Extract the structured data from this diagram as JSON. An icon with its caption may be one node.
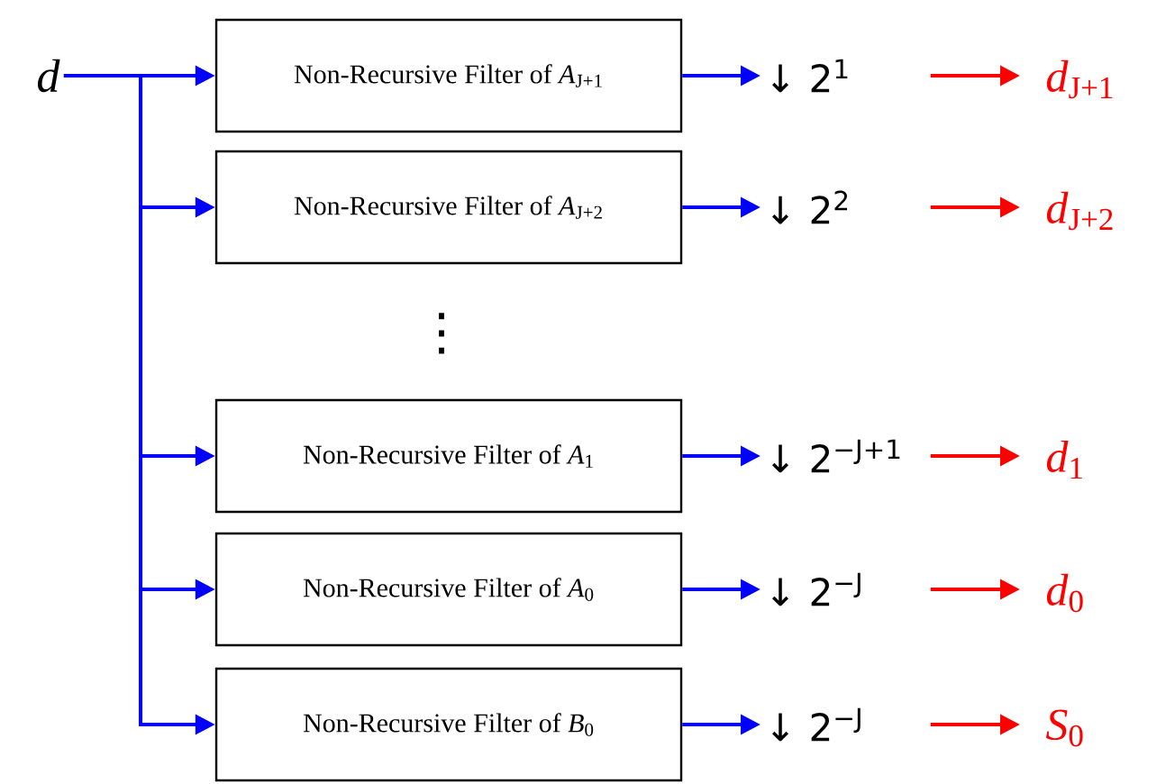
{
  "diagram": {
    "nodes": [
      {
        "text": [
          "*d*"
        ]
      },
      {
        "text": [
          "Non-Recursive Filter of *A*$_{J+1}$"
        ]
      },
      {
        "text": [
          "Non-Recursive Filter of *A*$_{J+2}$"
        ]
      },
      {
        "text": [
          "Non-Recursive Filter of *A*$_{1}$"
        ]
      },
      {
        "text": [
          "Non-Recursive Filter of *A*$_{0}$"
        ]
      },
      {
        "text": [
          "Non-Recursive Filter of *B*$_{0}$"
        ]
      },
      {
        "text": [
          "↓ 2$^{1}$"
        ]
      },
      {
        "text": [
          "↓ 2$^{2}$"
        ]
      },
      {
        "text": [
          "↓ 2$^{−J+1}$"
        ]
      },
      {
        "text": [
          "↓ 2$^{−J}$"
        ]
      },
      {
        "text": [
          "↓ 2$^{−J}$"
        ]
      },
      {
        "text": [
          "*d*$_{J+1}$"
        ]
      },
      {
        "text": [
          "*d*$_{J+2}$"
        ]
      },
      {
        "text": [
          "*d*$_{1}$"
        ]
      },
      {
        "text": [
          "*d*$_{0}$"
        ]
      },
      {
        "text": [
          "*S*$_{0}$"
        ]
      }
    ],
    "edges": [
      {
        "from": 0,
        "to": 1,
        "arrow": "to"
      },
      {
        "from": 0,
        "to": 2,
        "arrow": "to"
      },
      {
        "from": 0,
        "to": 3,
        "arrow": "to"
      },
      {
        "from": 0,
        "to": 4,
        "arrow": "to"
      },
      {
        "from": 0,
        "to": 5,
        "arrow": "to"
      },
      {
        "from": 1,
        "to": 6,
        "arrow": "to"
      },
      {
        "from": 2,
        "to": 7,
        "arrow": "to"
      },
      {
        "from": 3,
        "to": 8,
        "arrow": "to"
      },
      {
        "from": 4,
        "to": 9,
        "arrow": "to"
      },
      {
        "from": 5,
        "to": 10,
        "arrow": "to"
      },
      {
        "from": 6,
        "to": 11,
        "arrow": "to",
        "color": "#ff0000"
      },
      {
        "from": 7,
        "to": 12,
        "arrow": "to",
        "color": "#ff0000"
      },
      {
        "from": 8,
        "to": 13,
        "arrow": "to",
        "color": "#ff0000"
      },
      {
        "from": 9,
        "to": 14,
        "arrow": "to",
        "color": "#ff0000"
      },
      {
        "from": 10,
        "to": 15,
        "arrow": "to",
        "color": "#ff0000"
      }
    ],
    "labels": [
      "⋮"
    ]
  }
}
